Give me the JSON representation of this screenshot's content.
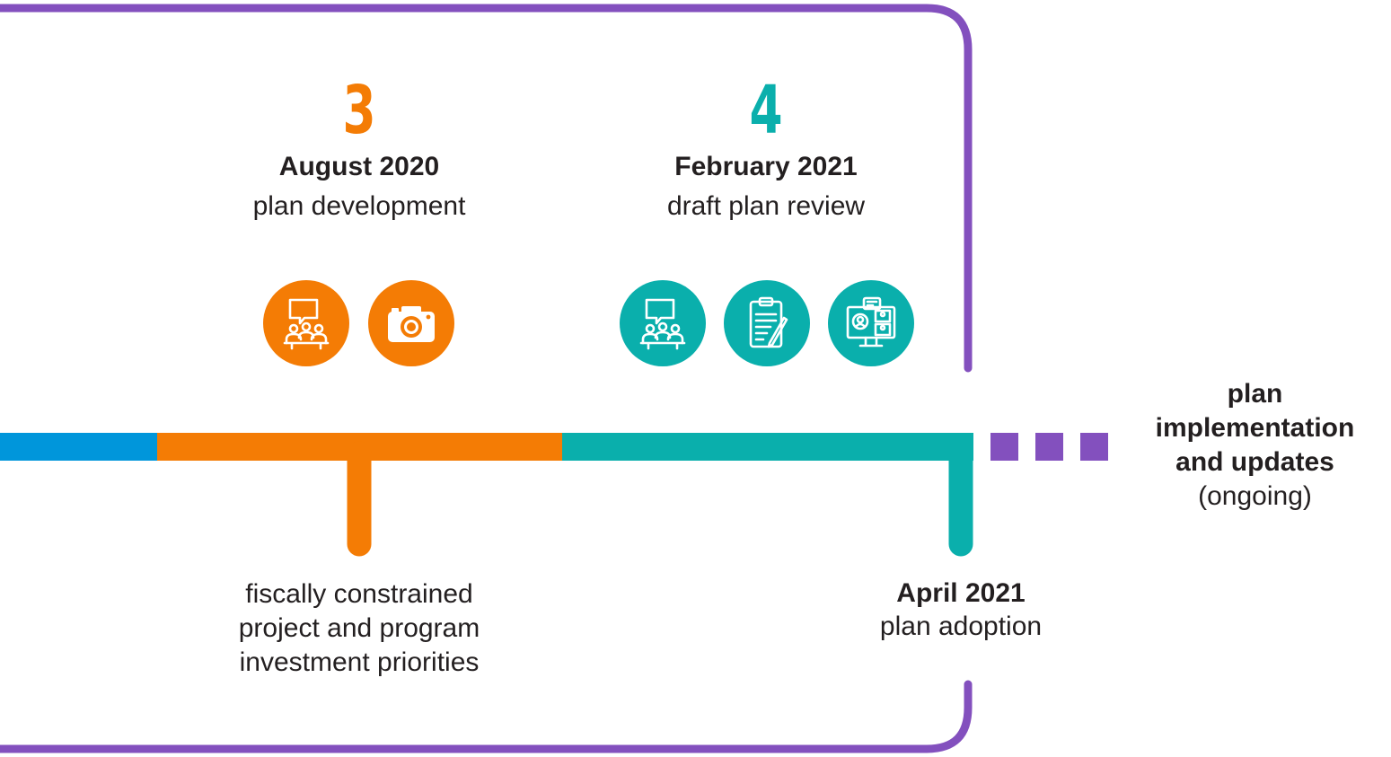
{
  "colors": {
    "purple": "#8350BE",
    "orange": "#F47C05",
    "teal": "#0AAFAC",
    "blue": "#0096DB",
    "text": "#231f20"
  },
  "steps": [
    {
      "number": "3",
      "date": "August 2020",
      "activity": "plan development",
      "icons": [
        "meeting-discussion-icon",
        "camera-icon"
      ]
    },
    {
      "number": "4",
      "date": "February 2021",
      "activity": "draft plan review",
      "icons": [
        "meeting-discussion-icon",
        "clipboard-edit-icon",
        "virtual-meeting-icon"
      ]
    }
  ],
  "milestones": {
    "priorities": {
      "lines": [
        "fiscally constrained",
        "project and program",
        "investment priorities"
      ]
    },
    "adoption": {
      "date": "April 2021",
      "label": "plan adoption"
    }
  },
  "ongoing": {
    "bold_lines": [
      "plan",
      "implementation",
      "and updates"
    ],
    "note": "(ongoing)"
  }
}
